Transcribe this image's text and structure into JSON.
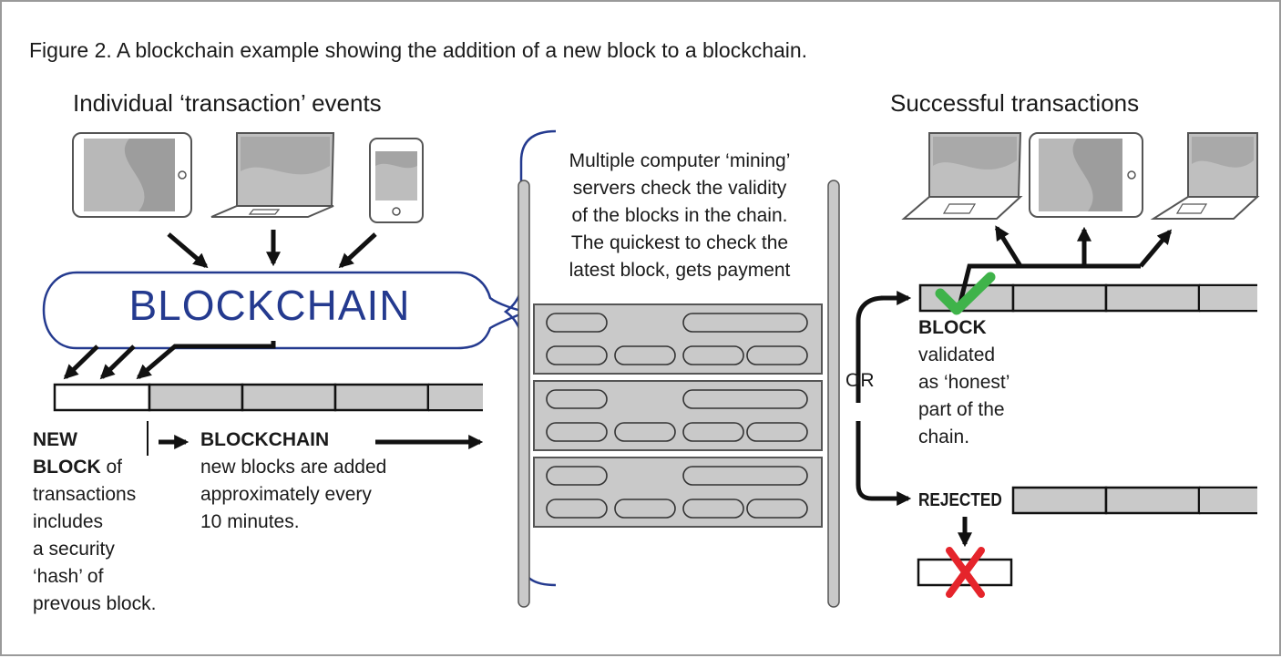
{
  "caption": "Figure 2. A blockchain example showing the addition of a new block to a blockchain.",
  "left_heading": "Individual ‘transaction’ events",
  "right_heading": "Successful transactions",
  "blockchain_word": "BLOCKCHAIN",
  "new_block": {
    "line1": "NEW",
    "line2_bold": "BLOCK",
    "line2_rest": " of",
    "lines": [
      "transactions",
      "includes",
      "a security",
      "‘hash’ of",
      "prevous block."
    ]
  },
  "chain_label": {
    "title": "BLOCKCHAIN",
    "lines": [
      "new blocks are added",
      "approximately every",
      "10 minutes."
    ]
  },
  "mining": {
    "lines": [
      "Multiple computer ‘mining’",
      "servers check the validity",
      "of the blocks in the chain.",
      "The quickest to check the",
      "latest block, gets payment"
    ]
  },
  "or_label": "OR",
  "validated": {
    "title": "BLOCK",
    "lines": [
      "validated",
      "as ‘honest’",
      "part of the",
      "chain."
    ]
  },
  "rejected_label": "REJECTED",
  "icons": [
    "tablet-icon",
    "laptop-icon",
    "smartphone-icon",
    "server-rack-icon",
    "check-mark-icon",
    "red-cross-icon"
  ],
  "colors": {
    "blockchain_blue": "#243a8f",
    "block_grey": "#c9c9c9",
    "device_grey": "#b5b5b5",
    "check_green": "#3fb34a",
    "cross_red": "#e5242b"
  }
}
